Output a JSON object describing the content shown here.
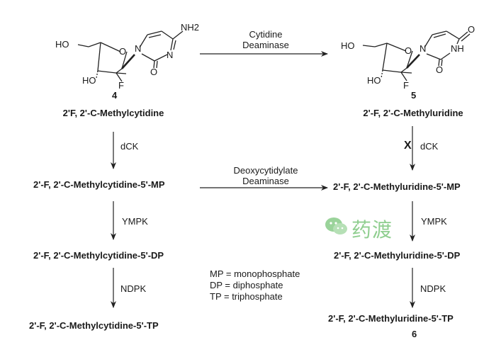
{
  "compounds": {
    "c4": {
      "number": "4",
      "name": "2'F, 2'-C-Methylcytidine",
      "labels": {
        "amine": "NH2",
        "ring_n1": "N",
        "ring_n3": "N",
        "oxo": "O",
        "sugar_o": "O",
        "hydroxymethyl": "HO",
        "hydroxyl": "HO",
        "fluoro": "F"
      }
    },
    "c5": {
      "number": "5",
      "name": "2'-F, 2'-C-Methyluridine",
      "labels": {
        "oxo_top": "O",
        "ring_n1": "N",
        "nh": "NH",
        "oxo_bottom": "O",
        "sugar_o": "O",
        "hydroxymethyl": "HO",
        "hydroxyl": "HO",
        "fluoro": "F"
      }
    },
    "c6": {
      "number": "6"
    }
  },
  "left_column": {
    "mp": "2'-F, 2'-C-Methylcytidine-5'-MP",
    "dp": "2'-F, 2'-C-Methylcytidine-5'-DP",
    "tp": "2'-F, 2'-C-Methylcytidine-5'-TP"
  },
  "right_column": {
    "mp": "2'-F, 2'-C-Methyluridine-5'-MP",
    "dp": "2'-F, 2'-C-Methyluridine-5'-DP",
    "tp": "2'-F, 2'-C-Methyluridine-5'-TP"
  },
  "enzymes": {
    "cytidine_deaminase_line1": "Cytidine",
    "cytidine_deaminase_line2": "Deaminase",
    "dcytidylate_line1": "Deoxycytidylate",
    "dcytidylate_line2": "Deaminase",
    "dck_left": "dCK",
    "dck_right": "dCK",
    "blocked_mark": "X",
    "ympk_left": "YMPK",
    "ympk_right": "YMPK",
    "ndpk_left": "NDPK",
    "ndpk_right": "NDPK"
  },
  "legend": {
    "mp": "MP = monophosphate",
    "dp": "DP = diphosphate",
    "tp": "TP = triphosphate"
  },
  "watermark": {
    "text": "药渡"
  }
}
